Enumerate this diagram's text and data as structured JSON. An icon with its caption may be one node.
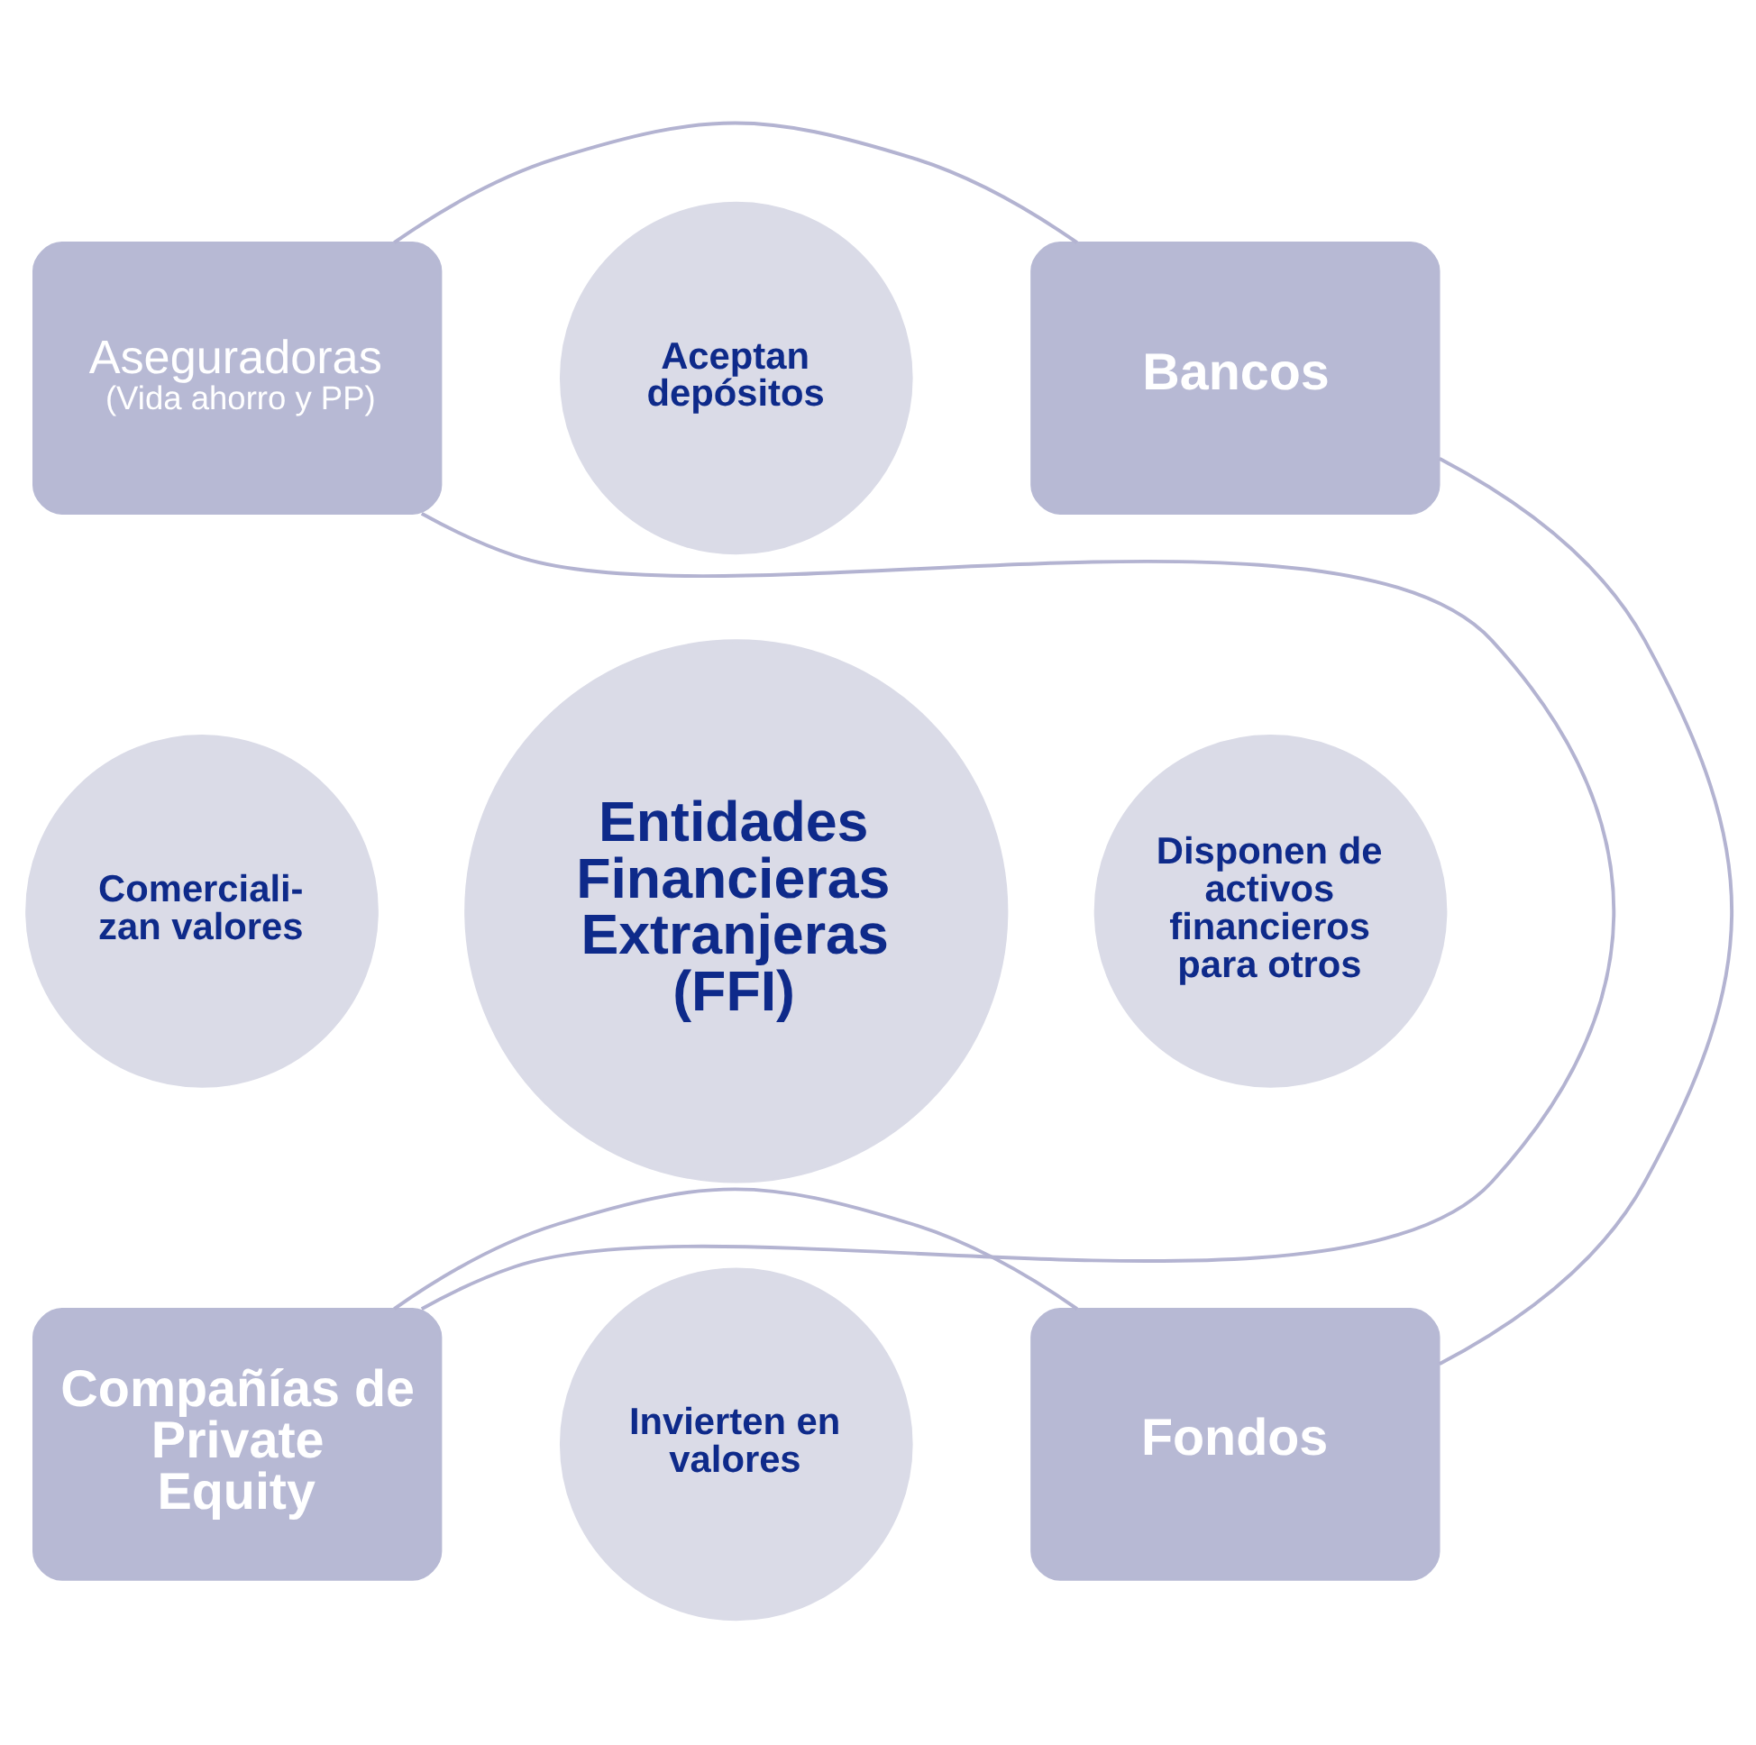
{
  "diagram": {
    "nodes": [
      {
        "text": [
          "Aseguradoras",
          "(Vida ahorro y PP)"
        ]
      },
      {
        "text": [
          "Bancos"
        ]
      },
      {
        "text": [
          "Aceptan depósitos"
        ]
      },
      {
        "text": [
          "Entidades Financieras Extranjeras (FFI)"
        ]
      },
      {
        "text": [
          "Comerciali- zan valores"
        ]
      },
      {
        "text": [
          "Disponen de activos financieros para otros"
        ]
      },
      {
        "text": [
          "Invierten en valores"
        ]
      },
      {
        "text": [
          "Compañías de Private Equity"
        ]
      },
      {
        "text": [
          "Fondos"
        ]
      }
    ],
    "edges": [
      {
        "from": 0,
        "to": 1,
        "arrow": "none"
      },
      {
        "from": 1,
        "to": 8,
        "arrow": "none"
      },
      {
        "from": 8,
        "to": 7,
        "arrow": "none"
      },
      {
        "from": 7,
        "to": 0,
        "arrow": "none"
      }
    ]
  }
}
